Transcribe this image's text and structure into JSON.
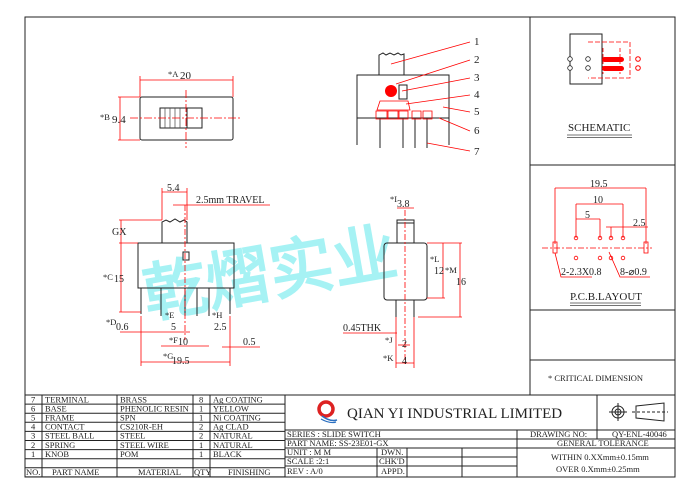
{
  "watermark": "乾熠实业",
  "top_view": {
    "a_label": "*A",
    "a_value": "20",
    "b_label": "*B",
    "b_value": "9.4"
  },
  "front_view": {
    "knob_width": "5.4",
    "travel": "2.5mm TRAVEL",
    "gx": "GX",
    "c_label": "*C",
    "c_value": "15",
    "d_label": "*D",
    "d_value": "0.6",
    "e_label": "*E",
    "e_value": "5",
    "h_label": "*H",
    "h_value": "2.5",
    "f_label": "*F",
    "f_value": "10",
    "pin_offset": "0.5",
    "g_label": "*G",
    "g_value": "19.5"
  },
  "side_view": {
    "i_label": "*I",
    "i_value": "3.8",
    "l_label": "*L",
    "l_value": "12",
    "m_label": "*M",
    "m_value": "16",
    "thickness": "0.45THK",
    "j_label": "*J",
    "j_value": "2",
    "k_label": "*K",
    "k_value": "4"
  },
  "callouts": [
    "1",
    "2",
    "3",
    "4",
    "5",
    "6",
    "7"
  ],
  "schematic": {
    "title": "SCHEMATIC"
  },
  "pcb_layout": {
    "title": "P.C.B.LAYOUT",
    "overall": "19.5",
    "dim10": "10",
    "dim5": "5",
    "dim25": "2.5",
    "slots": "2-2.3X0.8",
    "holes": "8-⌀0.9"
  },
  "critical_note": "* CRITICAL  DIMENSION",
  "bom": {
    "headers": [
      "NO.",
      "PART NAME",
      "MATERIAL",
      "QTY",
      "FINISHING"
    ],
    "rows": [
      [
        "7",
        "TERMINAL",
        "BRASS",
        "8",
        "Ag COATING"
      ],
      [
        "6",
        "BASE",
        "PHENOLIC RESIN",
        "1",
        "YELLOW"
      ],
      [
        "5",
        "FRAME",
        "SPN",
        "1",
        "Ni COATING"
      ],
      [
        "4",
        "CONTACT",
        "CS210R-EH",
        "2",
        "Ag CLAD"
      ],
      [
        "3",
        "STEEL BALL",
        "STEEL",
        "2",
        "NATURAL"
      ],
      [
        "2",
        "SPRING",
        "STEEL WIRE",
        "1",
        "NATURAL"
      ],
      [
        "1",
        "KNOB",
        "POM",
        "1",
        "BLACK"
      ]
    ]
  },
  "title_block": {
    "company": "QIAN  YI  INDUSTRIAL  LIMITED",
    "logo_letter": "Q",
    "series": "SERIES : SLIDE SWITCH",
    "part_name": "PART NAME: SS-23E01-GX",
    "unit": "UNIT  : M M",
    "scale": "SCALE :2:1",
    "rev": "REV   : A/0",
    "dwn": "DWN.",
    "chkd": "CHK'D",
    "appd": "APPD.",
    "drawing_no_label": "DRAWING NO:",
    "drawing_no": "QY-ENL-40046",
    "tolerance_title": "GENERAL TOLERANCE",
    "tol_within": "WITHIN 0.XXmm±0.15mm",
    "tol_over": "OVER   0.Xmm±0.25mm"
  }
}
